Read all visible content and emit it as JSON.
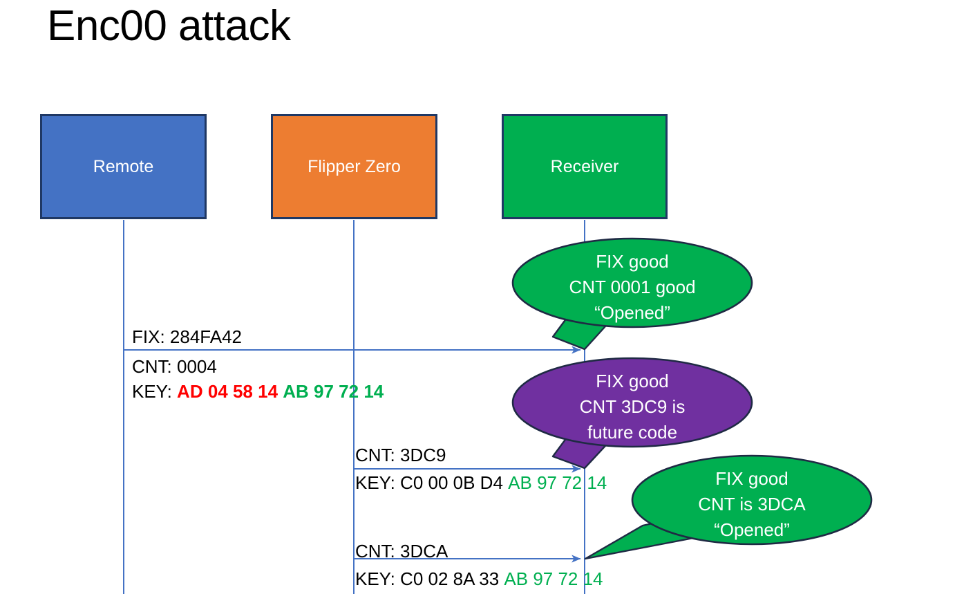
{
  "slide": {
    "title": "Enc00 attack",
    "background": "#FFFFFF"
  },
  "colors": {
    "remote_blue": "#4472C4",
    "flipper_orange": "#ED7D31",
    "receiver_green": "#00AF50",
    "bubble_purple": "#7030A0",
    "box_border": "#1F3864",
    "line_blue": "#4472C4",
    "key_red": "#FF0000",
    "key_green": "#00AF50",
    "text_black": "#000000"
  },
  "actors": [
    {
      "id": "remote",
      "label": "Remote",
      "color": "#4472C4"
    },
    {
      "id": "flipper",
      "label": "Flipper Zero",
      "color": "#ED7D31"
    },
    {
      "id": "receiver",
      "label": "Receiver",
      "color": "#00AF50"
    }
  ],
  "messages": [
    {
      "id": "msg-1",
      "from": "remote",
      "to": "receiver",
      "line1": "FIX: 284FA42",
      "line2": "CNT: 0004",
      "key_prefix": "KEY: ",
      "key_first": "AD 04 58 14",
      "key_second": "AB 97 72 14"
    },
    {
      "id": "msg-2",
      "from": "flipper",
      "to": "receiver",
      "line1": "CNT: 3DC9",
      "key_prefix": "KEY: ",
      "key_first": "C0 00 0B D4",
      "key_second": "AB 97 72 14"
    },
    {
      "id": "msg-3",
      "from": "flipper",
      "to": "receiver",
      "line1": "CNT: 3DCA",
      "key_prefix": "KEY: ",
      "key_first": "C0 02 8A 33",
      "key_second": "AB 97 72 14"
    }
  ],
  "callouts": [
    {
      "id": "callout-1",
      "color": "#00AF50",
      "line1": "FIX good",
      "line2": "CNT 0001 good",
      "line3": "“Opened”"
    },
    {
      "id": "callout-2",
      "color": "#7030A0",
      "line1": "FIX good",
      "line2": "CNT 3DC9 is",
      "line3": "future code"
    },
    {
      "id": "callout-3",
      "color": "#00AF50",
      "line1": "FIX good",
      "line2": "CNT is 3DCA",
      "line3": "“Opened”"
    }
  ]
}
